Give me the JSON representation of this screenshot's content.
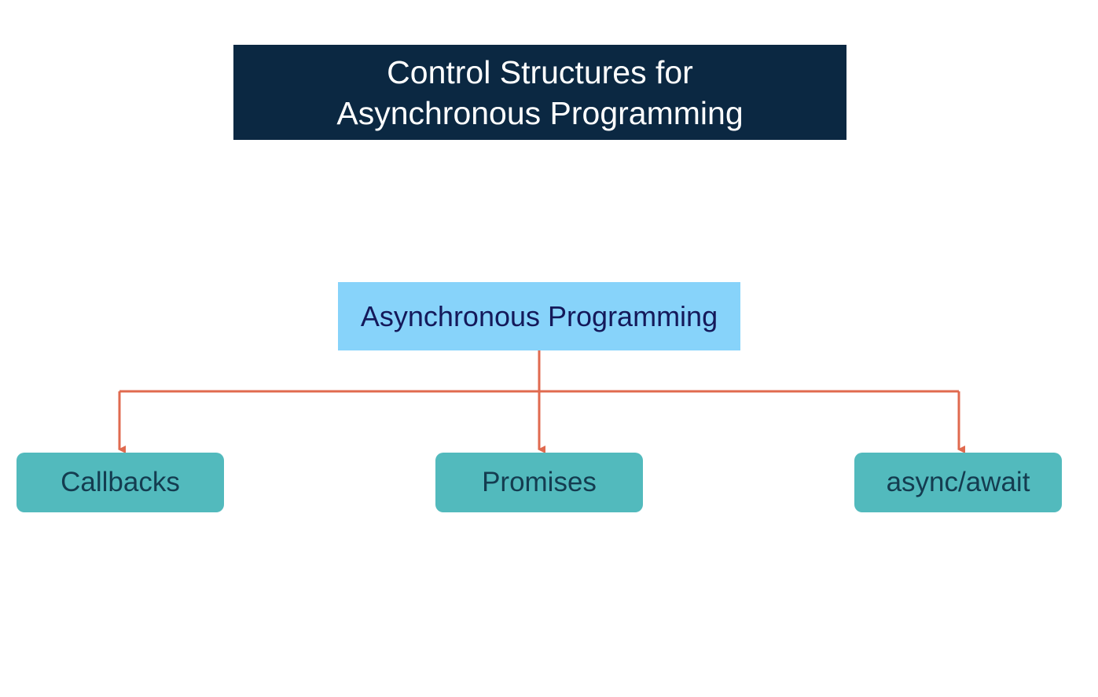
{
  "title": {
    "line1": "Control Structures for",
    "line2": "Asynchronous Programming"
  },
  "diagram": {
    "root": "Asynchronous Programming",
    "children": [
      "Callbacks",
      "Promises",
      "async/await"
    ]
  },
  "colors": {
    "banner": "#0b2842",
    "root_fill": "#87d3fa",
    "child_fill": "#52babd",
    "connector": "#e06a4f"
  }
}
